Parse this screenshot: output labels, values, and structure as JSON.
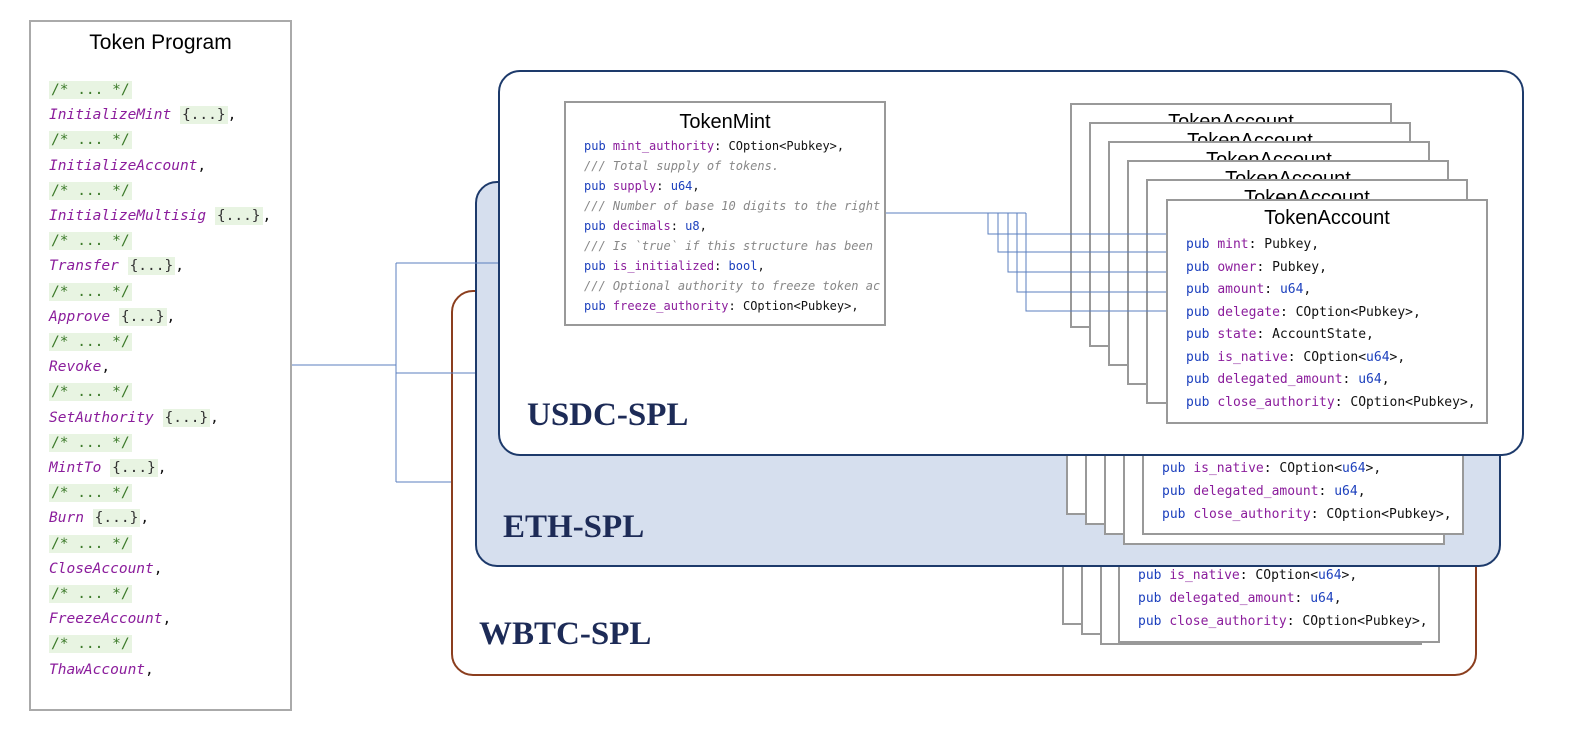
{
  "program": {
    "title": "Token Program",
    "comment": "/* ... */",
    "instructions": [
      {
        "name": "InitializeMint",
        "brace": "{...}",
        "trail": ","
      },
      {
        "name": "InitializeAccount",
        "brace": "",
        "trail": ","
      },
      {
        "name": "InitializeMultisig",
        "brace": "{...}",
        "trail": ","
      },
      {
        "name": "Transfer",
        "brace": "{...}",
        "trail": ","
      },
      {
        "name": "Approve",
        "brace": "{...}",
        "trail": ","
      },
      {
        "name": "Revoke",
        "brace": "",
        "trail": ","
      },
      {
        "name": "SetAuthority",
        "brace": "{...}",
        "trail": ","
      },
      {
        "name": "MintTo",
        "brace": "{...}",
        "trail": ","
      },
      {
        "name": "Burn",
        "brace": "{...}",
        "trail": ","
      },
      {
        "name": "CloseAccount",
        "brace": "",
        "trail": ","
      },
      {
        "name": "FreezeAccount",
        "brace": "",
        "trail": ","
      },
      {
        "name": "ThawAccount",
        "brace": "",
        "trail": ","
      }
    ]
  },
  "groups": {
    "usdc": "USDC-SPL",
    "eth": "ETH-SPL",
    "wbtc": "WBTC-SPL"
  },
  "mint": {
    "title": "TokenMint",
    "lines": [
      {
        "kind": "field",
        "kw": "pub",
        "name": "mint_authority",
        "sep": ": ",
        "type": "COption<Pubkey>",
        "typeColored": false,
        "trail": ","
      },
      {
        "kind": "doc",
        "text": "/// Total supply of tokens."
      },
      {
        "kind": "field",
        "kw": "pub",
        "name": "supply",
        "sep": ": ",
        "type": "u64",
        "typeColored": true,
        "trail": ","
      },
      {
        "kind": "doc",
        "text": "/// Number of base 10 digits to the right"
      },
      {
        "kind": "field",
        "kw": "pub",
        "name": "decimals",
        "sep": ": ",
        "type": "u8",
        "typeColored": true,
        "trail": ","
      },
      {
        "kind": "doc",
        "text": "/// Is `true` if this structure has been"
      },
      {
        "kind": "field",
        "kw": "pub",
        "name": "is_initialized",
        "sep": ": ",
        "type": "bool",
        "typeColored": true,
        "trail": ","
      },
      {
        "kind": "doc",
        "text": "/// Optional authority to freeze token ac"
      },
      {
        "kind": "field",
        "kw": "pub",
        "name": "freeze_authority",
        "sep": ": ",
        "type": "COption<Pubkey>",
        "typeColored": false,
        "trail": ","
      }
    ]
  },
  "account": {
    "title": "TokenAccount",
    "fields": [
      {
        "kw": "pub",
        "name": "mint",
        "sep": ": ",
        "pre": "Pubkey",
        "type": "",
        "post": ","
      },
      {
        "kw": "pub",
        "name": "owner",
        "sep": ": ",
        "pre": "Pubkey",
        "type": "",
        "post": ","
      },
      {
        "kw": "pub",
        "name": "amount",
        "sep": ": ",
        "pre": "",
        "type": "u64",
        "post": ","
      },
      {
        "kw": "pub",
        "name": "delegate",
        "sep": ": ",
        "pre": "COption<Pubkey>",
        "type": "",
        "post": ","
      },
      {
        "kw": "pub",
        "name": "state",
        "sep": ": ",
        "pre": "AccountState",
        "type": "",
        "post": ","
      },
      {
        "kw": "pub",
        "name": "is_native",
        "sep": ": ",
        "pre": "COption<",
        "type": "u64",
        "post": ">,"
      },
      {
        "kw": "pub",
        "name": "delegated_amount",
        "sep": ": ",
        "pre": "",
        "type": "u64",
        "post": ","
      },
      {
        "kw": "pub",
        "name": "close_authority",
        "sep": ": ",
        "pre": "COption<Pubkey>",
        "type": "",
        "post": ","
      }
    ]
  },
  "colors": {
    "usdc_border": "#1d3a6b",
    "eth_fill": "#d6dfee",
    "wbtc_border": "#8b3e1e",
    "connector": "#5b7fbf",
    "keyword": "#1b3fbd",
    "field_name": "#8b1d9c",
    "comment_bg": "#e8f4e2"
  }
}
